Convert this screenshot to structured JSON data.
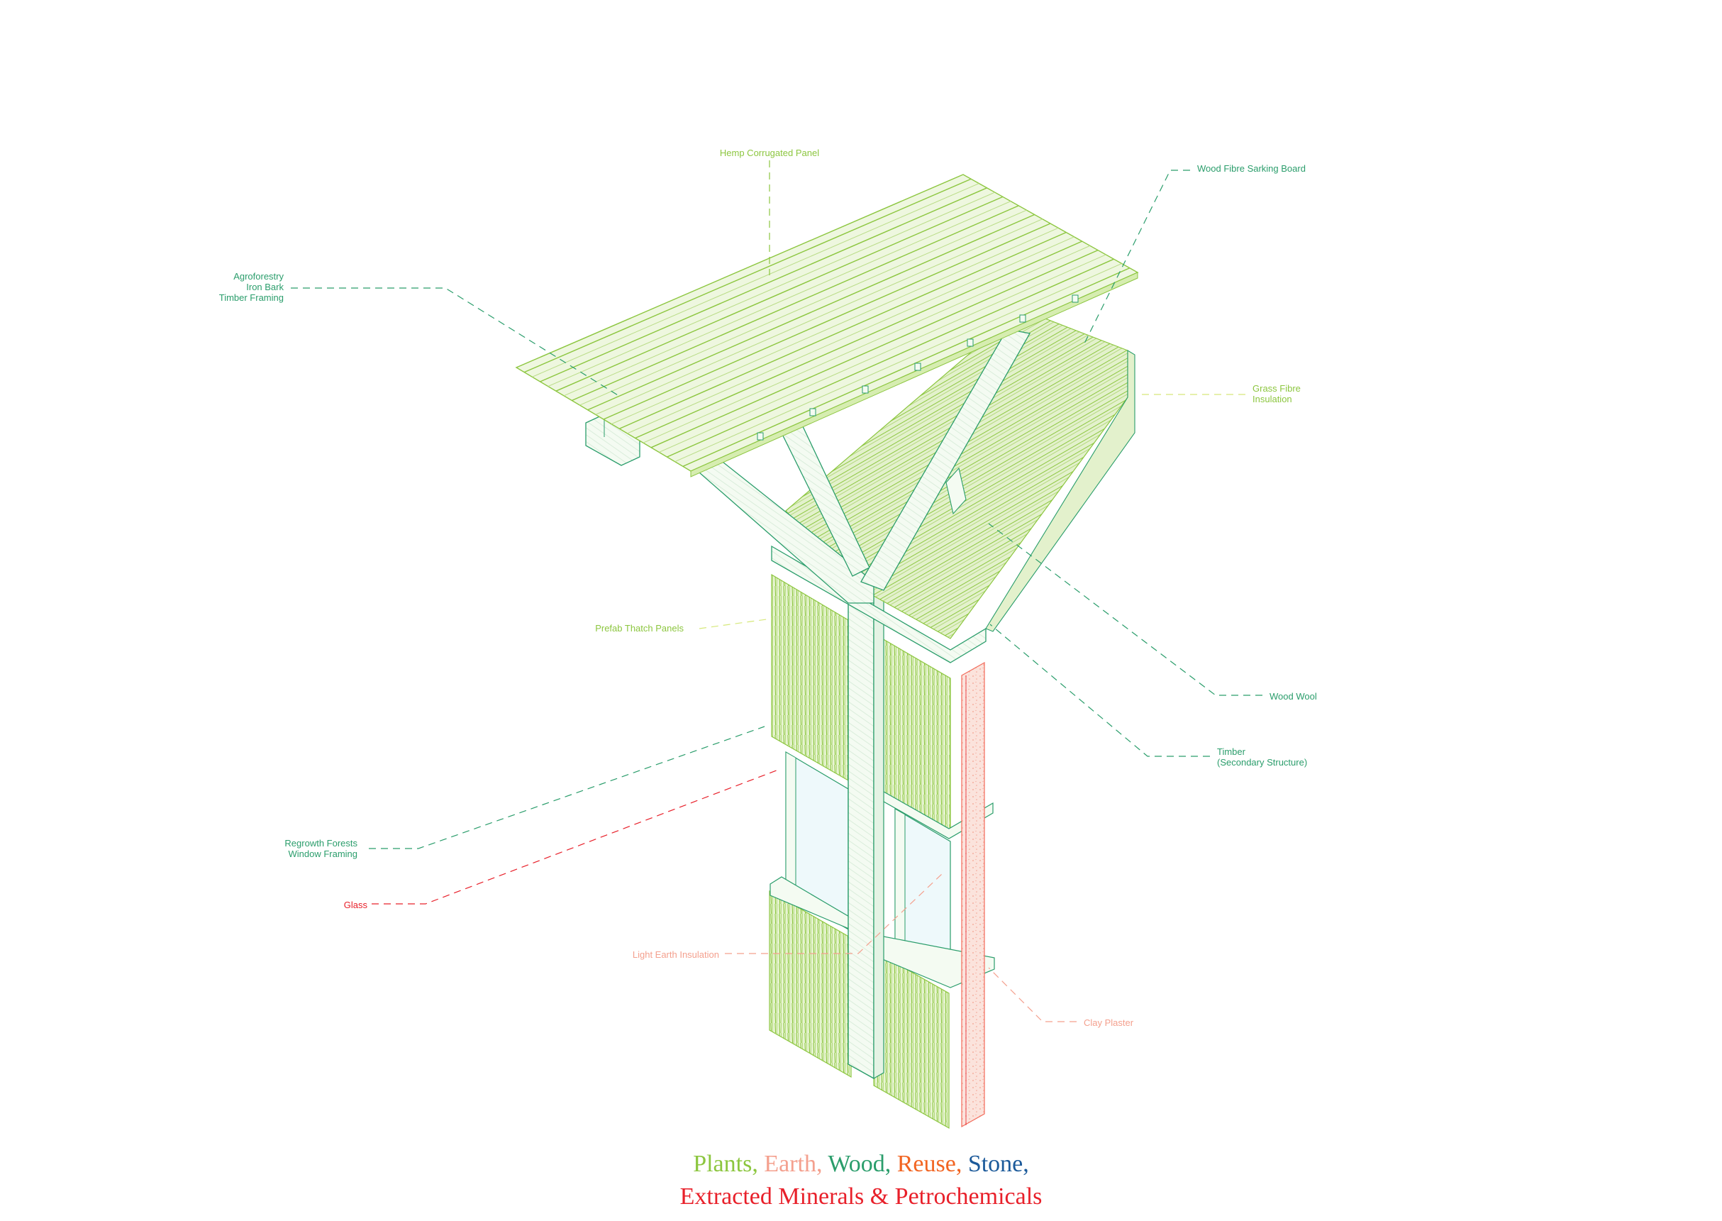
{
  "colors": {
    "plants": "#8cc63f",
    "earth": "#f4a08e",
    "wood": "#2a9d6b",
    "reuse": "#f26522",
    "stone": "#1c5a9a",
    "extracted": "#e8202a",
    "plants_fill": "#d6edb0",
    "wood_fill": "#f4fbf2"
  },
  "labels": {
    "hemp_corrugated_panel": "Hemp Corrugated Panel",
    "wood_fibre_sarking_board": "Wood Fibre Sarking Board",
    "agroforestry_framing": "Agroforestry\nIron Bark\nTimber Framing",
    "grass_fibre_insulation": "Grass Fibre\nInsulation",
    "prefab_thatch_panels": "Prefab Thatch Panels",
    "wood_wool": "Wood Wool",
    "timber_secondary": "Timber\n(Secondary Structure)",
    "regrowth_window_framing": "Regrowth Forests\nWindow Framing",
    "glass": "Glass",
    "light_earth_insulation": "Light Earth Insulation",
    "clay_plaster": "Clay Plaster"
  },
  "legend": {
    "plants": "Plants,",
    "earth": "Earth,",
    "wood": "Wood,",
    "reuse": "Reuse,",
    "stone": "Stone,",
    "extracted": "Extracted Minerals & Petrochemicals"
  }
}
